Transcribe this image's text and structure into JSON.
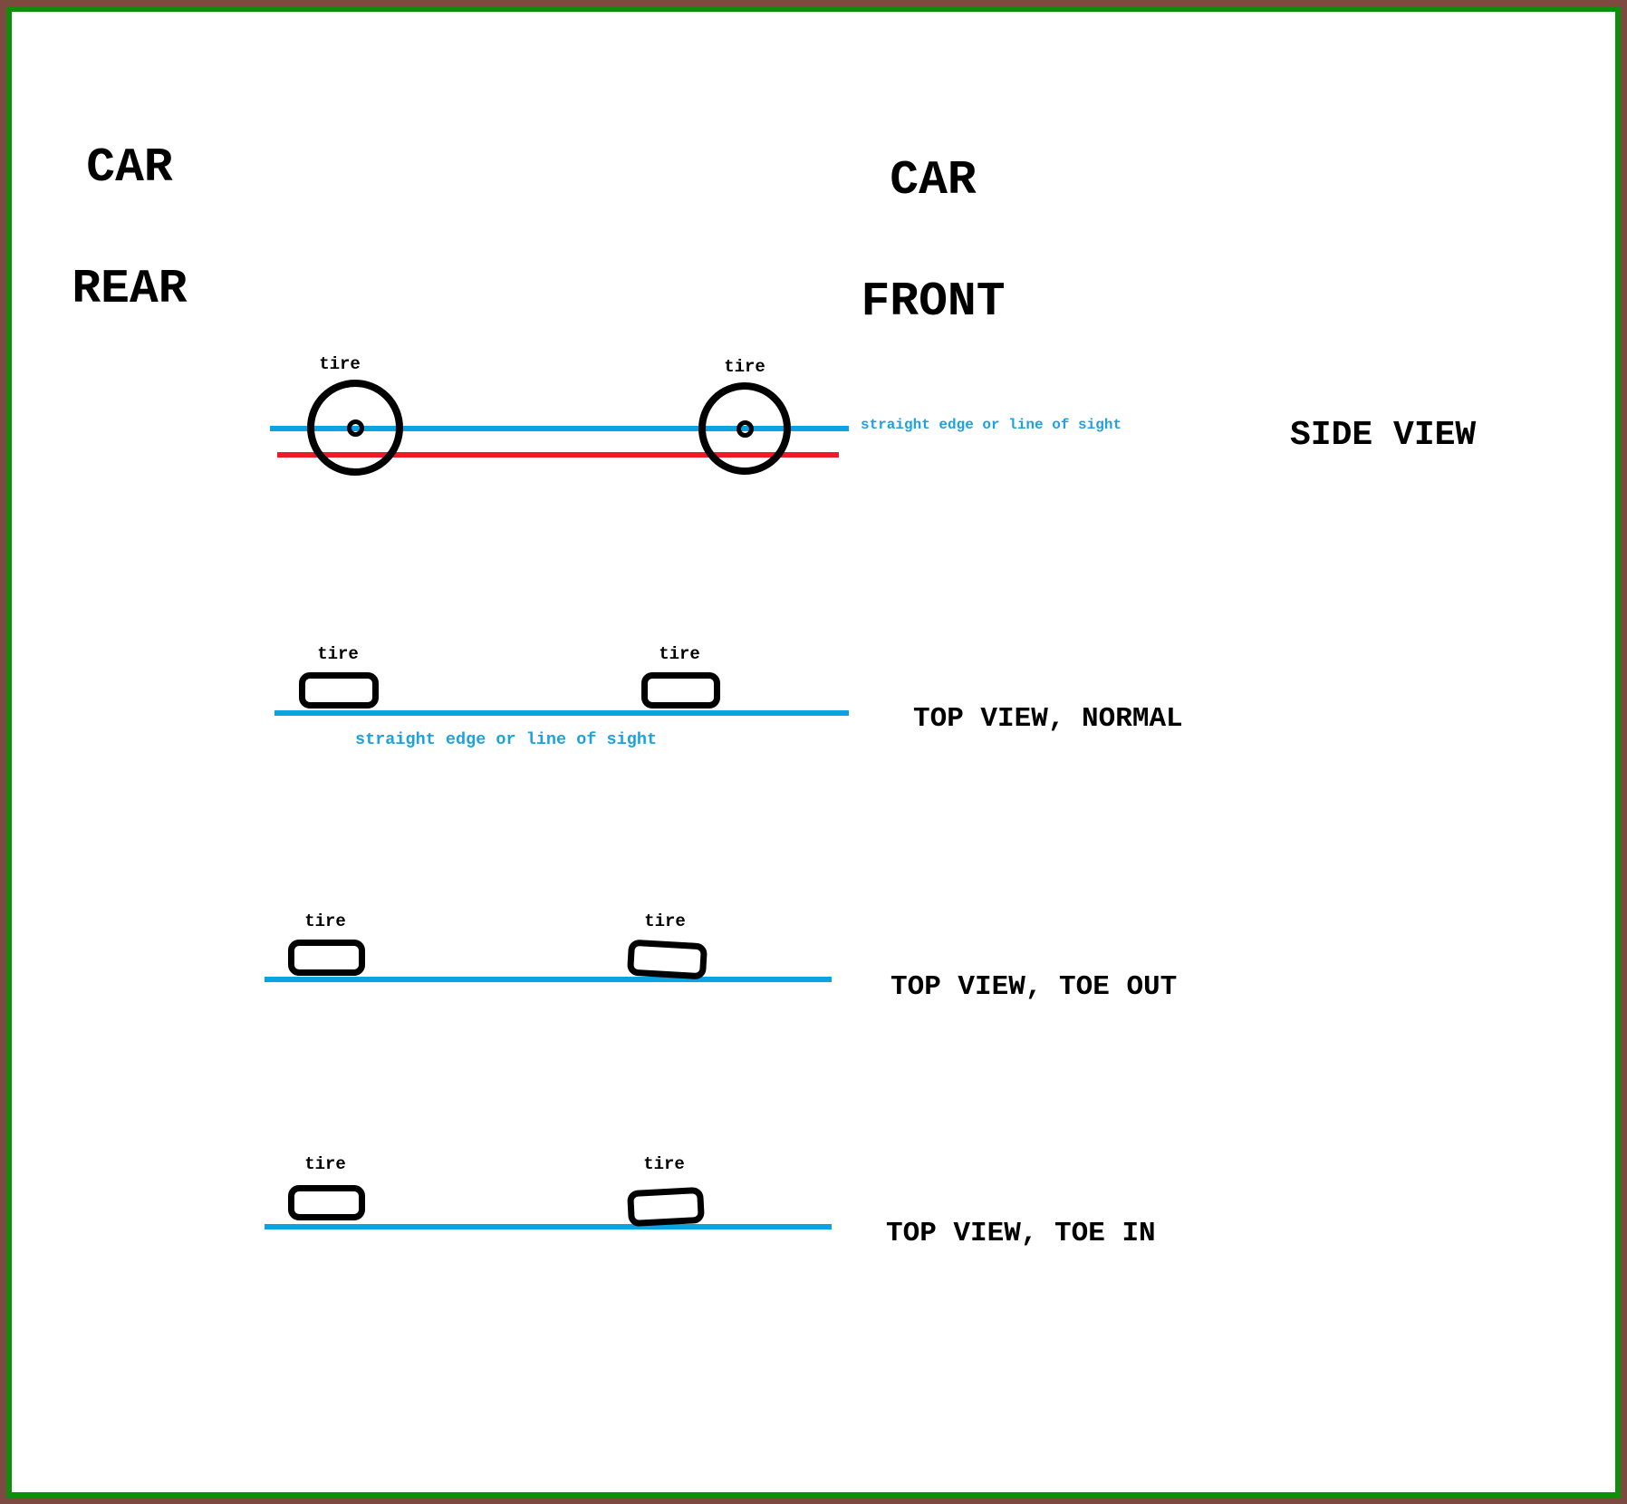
{
  "colors": {
    "border_brown": "#7d4a42",
    "border_green": "#0d8f0a",
    "line_blue": "#0ba3e1",
    "line_red": "#ed1c24",
    "text_blue": "#1ea2df",
    "text_black": "#000000"
  },
  "car_rear": {
    "line1": "CAR",
    "line2": "REAR"
  },
  "car_front": {
    "line1": "CAR",
    "line2": "FRONT"
  },
  "side_view": {
    "tire_left": "tire",
    "tire_right": "tire",
    "straight_edge_label": "straight edge or line of sight",
    "view_label": "SIDE VIEW"
  },
  "top_view_normal": {
    "tire_left": "tire",
    "tire_right": "tire",
    "straight_edge_label": "straight edge or line of sight",
    "view_label": "TOP VIEW, NORMAL"
  },
  "top_view_toe_out": {
    "tire_left": "tire",
    "tire_right": "tire",
    "view_label": "TOP VIEW, TOE OUT"
  },
  "top_view_toe_in": {
    "tire_left": "tire",
    "tire_right": "tire",
    "view_label": "TOP VIEW, TOE IN"
  }
}
